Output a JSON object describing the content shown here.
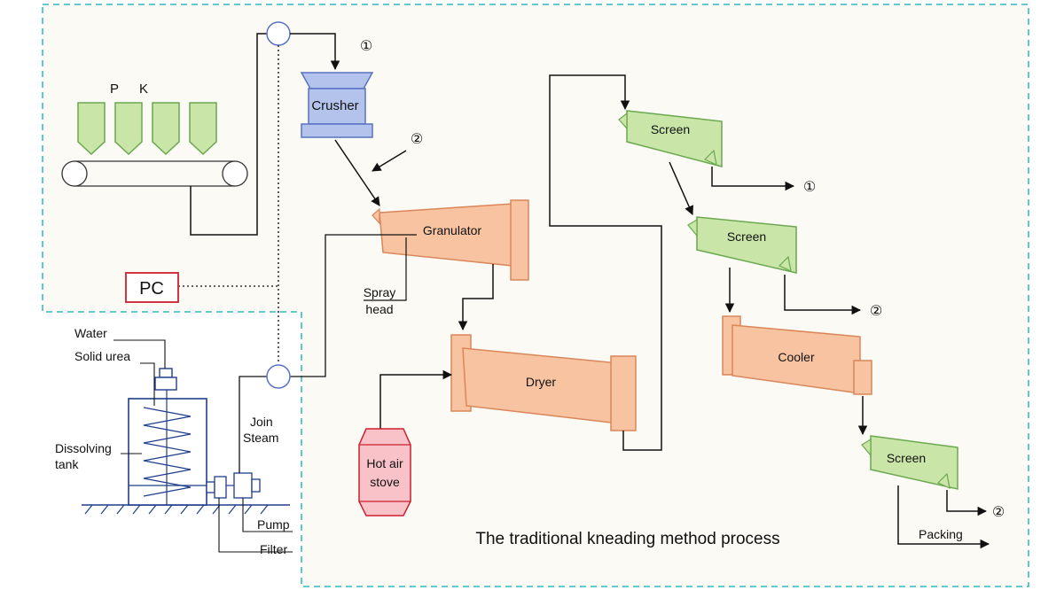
{
  "labels": {
    "p": "P",
    "k": "K",
    "crusher": "Crusher",
    "granulator": "Granulator",
    "dryer": "Dryer",
    "cooler": "Cooler",
    "screen": "Screen",
    "pc": "PC",
    "water": "Water",
    "solid_urea": "Solid urea",
    "dissolving_tank": [
      "Dissolving",
      "tank"
    ],
    "spray_head": [
      "Spray",
      "head"
    ],
    "join_steam": [
      "Join",
      "Steam"
    ],
    "hot_air_stove": [
      "Hot air",
      "stove"
    ],
    "pump": "Pump",
    "filter": "Filter",
    "packing": "Packing"
  },
  "caption": "The traditional kneading method process",
  "step_markers": [
    "①",
    "②"
  ],
  "colors": {
    "green_fill": "#c9e6a8",
    "green_stroke": "#6aa84f",
    "orange_fill": "#f8c3a0",
    "orange_stroke": "#d9865a",
    "blue_fill": "#b4c3ec",
    "blue_stroke": "#5873c2",
    "red_fill": "#f9c2c8",
    "red_stroke": "#cc1f2e",
    "boundary": "#4fc3c9",
    "bg_panel": "#fcfaf4",
    "tank_stroke": "#1f3d8a"
  }
}
